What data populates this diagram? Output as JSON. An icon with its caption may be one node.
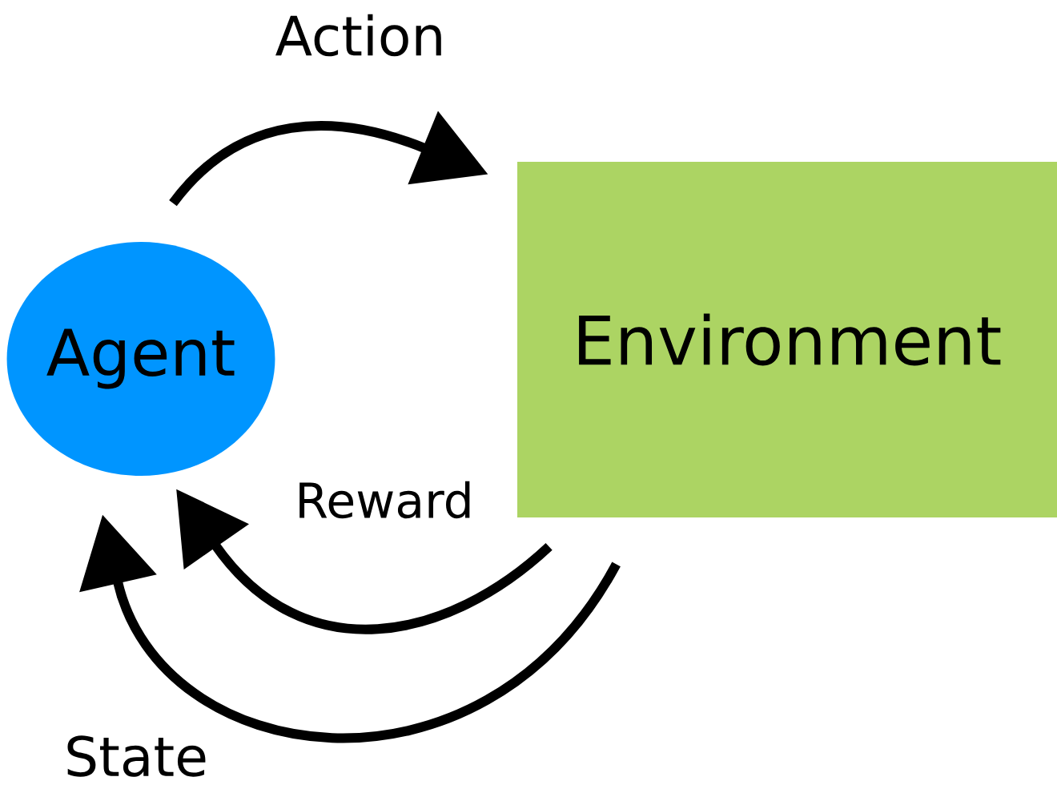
{
  "diagram": {
    "nodes": [
      {
        "text": [
          "Agent"
        ]
      },
      {
        "text": [
          "Environment"
        ]
      }
    ],
    "edges": [
      {
        "from": 0,
        "to": 1,
        "arrow": "to",
        "label": "Action"
      },
      {
        "from": 1,
        "to": 0,
        "arrow": "to",
        "label": "Reward"
      },
      {
        "from": 1,
        "to": 0,
        "arrow": "to",
        "label": "State"
      }
    ]
  }
}
